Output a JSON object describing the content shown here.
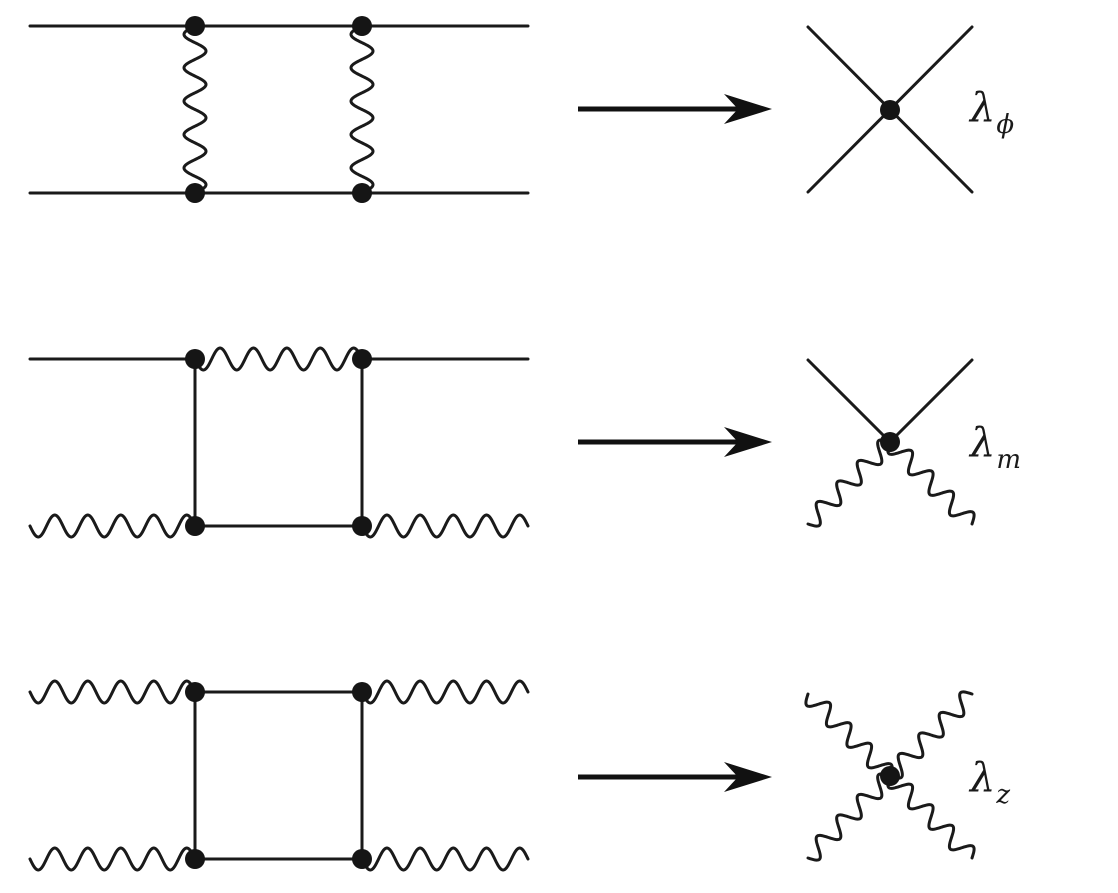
{
  "labels": {
    "row1": {
      "symbol": "λ",
      "subscript": "ϕ"
    },
    "row2": {
      "symbol": "λ",
      "subscript": "m"
    },
    "row3": {
      "symbol": "λ",
      "subscript": "z"
    }
  },
  "colors": {
    "line": "#1a1a1a",
    "vertex": "#151515",
    "background": "#ffffff"
  }
}
